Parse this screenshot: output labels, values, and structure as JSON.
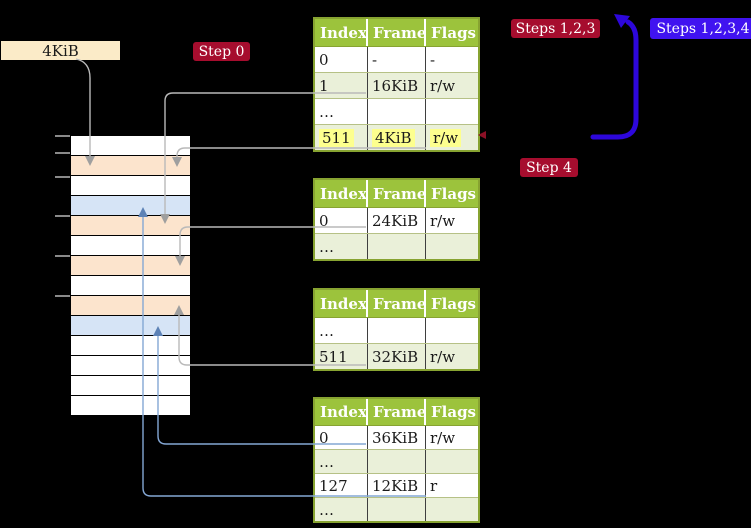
{
  "labels": {
    "page_size": "4KiB",
    "step0": "Step 0",
    "steps_123": "Steps 1,2,3",
    "steps_1234": "Steps 1,2,3,4",
    "step4": "Step 4"
  },
  "colors": {
    "badge_red": "#a60d2e",
    "badge_blue": "#4013f0",
    "step4_tick_red": "#8b1026",
    "arrow_indigo": "#2d07db",
    "connector_gray": "#b9b9b9",
    "connector_gray_head": "#9f9f9f",
    "connector_blue": "#84a7d4",
    "connector_blue_head": "#5d82b6",
    "table_header_green": "#9cc33c",
    "table_row_green": "#eaf0d9",
    "highlight_yellow": "#fdff8e",
    "page_size_bg": "#fbebc8",
    "memory_white": "#ffffff",
    "memory_peach": "#fce4cd",
    "memory_blue": "#d6e4f6"
  },
  "tables": [
    {
      "headers": [
        "Index",
        "Frame",
        "Flags"
      ],
      "rows": [
        [
          "0",
          "-",
          "-"
        ],
        [
          "1",
          "16KiB",
          "r/w"
        ],
        [
          "…",
          "",
          ""
        ],
        [
          "511",
          "4KiB",
          "r/w"
        ]
      ]
    },
    {
      "headers": [
        "Index",
        "Frame",
        "Flags"
      ],
      "rows": [
        [
          "0",
          "24KiB",
          "r/w"
        ],
        [
          "…",
          "",
          ""
        ]
      ]
    },
    {
      "headers": [
        "Index",
        "Frame",
        "Flags"
      ],
      "rows": [
        [
          "…",
          "",
          ""
        ],
        [
          "511",
          "32KiB",
          "r/w"
        ]
      ]
    },
    {
      "headers": [
        "Index",
        "Frame",
        "Flags"
      ],
      "rows": [
        [
          "0",
          "36KiB",
          "r/w"
        ],
        [
          "…",
          "",
          ""
        ],
        [
          "127",
          "12KiB",
          "r"
        ],
        [
          "…",
          "",
          ""
        ]
      ]
    }
  ],
  "memory": {
    "rows": [
      {
        "color": "#ffffff"
      },
      {
        "color": "#fce4cd"
      },
      {
        "color": "#ffffff"
      },
      {
        "color": "#d6e4f6"
      },
      {
        "color": "#fce4cd"
      },
      {
        "color": "#ffffff"
      },
      {
        "color": "#fce4cd"
      },
      {
        "color": "#ffffff"
      },
      {
        "color": "#fce4cd"
      },
      {
        "color": "#d6e4f6"
      },
      {
        "color": "#ffffff"
      },
      {
        "color": "#ffffff"
      },
      {
        "color": "#ffffff"
      },
      {
        "color": "#ffffff"
      }
    ]
  }
}
